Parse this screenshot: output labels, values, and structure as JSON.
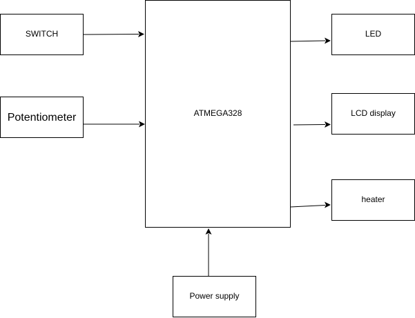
{
  "blocks": {
    "switch": "SWITCH",
    "potentiometer": "Potentiometer",
    "mcu": "ATMEGA328",
    "led": "LED",
    "lcd": "LCD display",
    "heater": "heater",
    "power": "Power supply"
  },
  "connections": [
    {
      "from": "switch",
      "to": "mcu"
    },
    {
      "from": "potentiometer",
      "to": "mcu"
    },
    {
      "from": "mcu",
      "to": "led"
    },
    {
      "from": "mcu",
      "to": "lcd"
    },
    {
      "from": "mcu",
      "to": "heater"
    },
    {
      "from": "power",
      "to": "mcu"
    }
  ],
  "colors": {
    "stroke": "#000000",
    "fill": "#ffffff",
    "text": "#000000"
  }
}
